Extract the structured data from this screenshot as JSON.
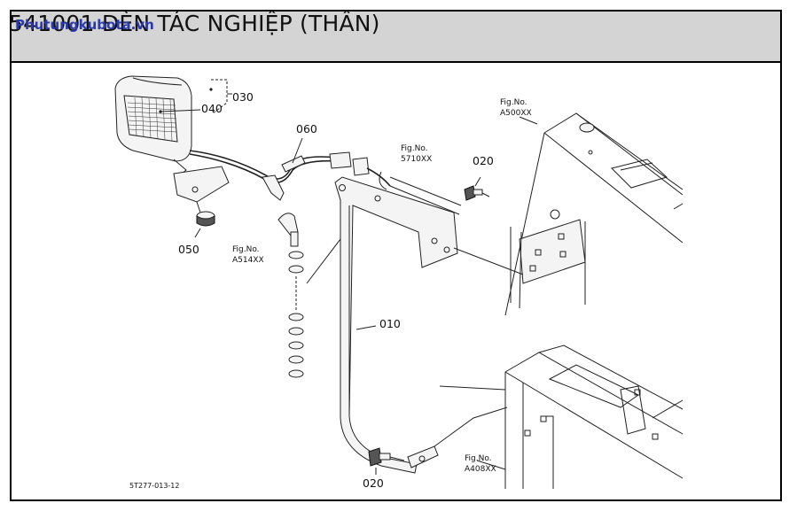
{
  "header": {
    "title": "541001 ĐÈN TÁC NGHIỆP (THÂN)",
    "watermark": "Phutungkubota.vn"
  },
  "parts": {
    "p010": "010",
    "p020a": "020",
    "p020b": "020",
    "p030": "030",
    "p040": "040",
    "p050": "050",
    "p060": "060"
  },
  "fig_refs": {
    "a500": {
      "label": "Fig.No.",
      "code": "A500XX"
    },
    "a514": {
      "label": "Fig.No.",
      "code": "A514XX"
    },
    "f5710": {
      "label": "Fig.No.",
      "code": "5710XX"
    },
    "a408": {
      "label": "Fig.No.",
      "code": "A408XX"
    }
  },
  "diagram_code": "5T277-013-12",
  "colors": {
    "header_bg": "#d4d4d4",
    "watermark": "#2a3aa8"
  }
}
